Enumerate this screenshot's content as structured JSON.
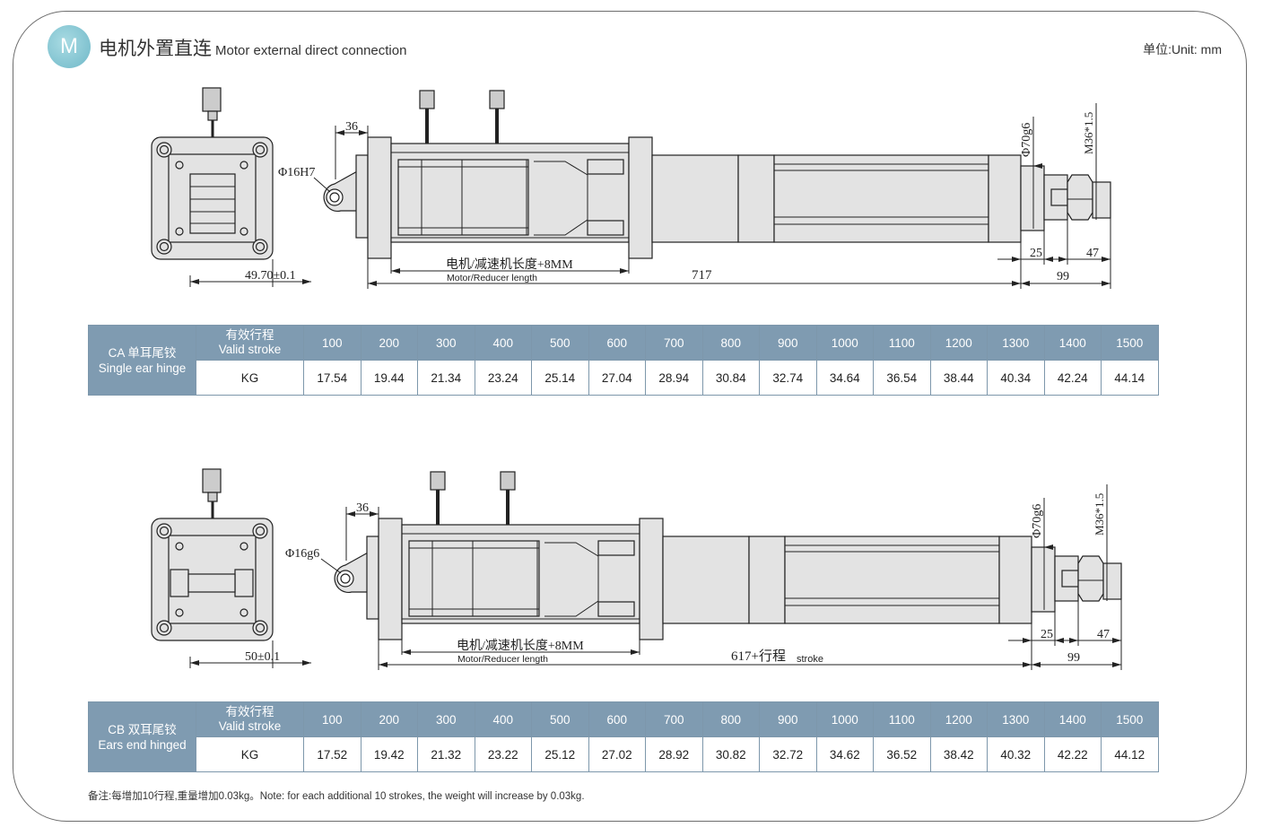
{
  "header": {
    "badge": "M",
    "title_cn": "电机外置直连",
    "title_en": "Motor external direct connection",
    "unit": "单位:Unit: mm"
  },
  "drawings": [
    {
      "end_dim": "49.70±0.1",
      "pin_dim": "Φ16H7",
      "dim_36": "36",
      "motor_cn": "电机/减速机长度+8MM",
      "motor_en": "Motor/Reducer length",
      "total_cn": "717",
      "total_en": "",
      "dia": "Φ70g6",
      "thread": "M36*1.5",
      "dim_25": "25",
      "dim_47": "47",
      "dim_99": "99"
    },
    {
      "end_dim": "50±0.1",
      "pin_dim": "Φ16g6",
      "dim_36": "36",
      "motor_cn": "电机/减速机长度+8MM",
      "motor_en": "Motor/Reducer length",
      "total_cn": "617+行程",
      "total_en": "stroke",
      "dia": "Φ70g6",
      "thread": "M36*1.5",
      "dim_25": "25",
      "dim_47": "47",
      "dim_99": "99"
    }
  ],
  "tables": [
    {
      "type_cn": "CA  单耳尾铰",
      "type_en": "Single ear hinge",
      "stroke_cn": "有效行程",
      "stroke_en": "Valid stroke",
      "kg_label": "KG",
      "strokes": [
        "100",
        "200",
        "300",
        "400",
        "500",
        "600",
        "700",
        "800",
        "900",
        "1000",
        "1100",
        "1200",
        "1300",
        "1400",
        "1500"
      ],
      "weights": [
        "17.54",
        "19.44",
        "21.34",
        "23.24",
        "25.14",
        "27.04",
        "28.94",
        "30.84",
        "32.74",
        "34.64",
        "36.54",
        "38.44",
        "40.34",
        "42.24",
        "44.14"
      ]
    },
    {
      "type_cn": "CB  双耳尾铰",
      "type_en": "Ears end hinged",
      "stroke_cn": "有效行程",
      "stroke_en": "Valid stroke",
      "kg_label": "KG",
      "strokes": [
        "100",
        "200",
        "300",
        "400",
        "500",
        "600",
        "700",
        "800",
        "900",
        "1000",
        "1100",
        "1200",
        "1300",
        "1400",
        "1500"
      ],
      "weights": [
        "17.52",
        "19.42",
        "21.32",
        "23.22",
        "25.12",
        "27.02",
        "28.92",
        "30.82",
        "32.72",
        "34.62",
        "36.52",
        "38.42",
        "40.32",
        "42.22",
        "44.12"
      ]
    }
  ],
  "note": "备注:每增加10行程,重量增加0.03kg。Note: for each additional 10 strokes, the weight will increase by 0.03kg."
}
